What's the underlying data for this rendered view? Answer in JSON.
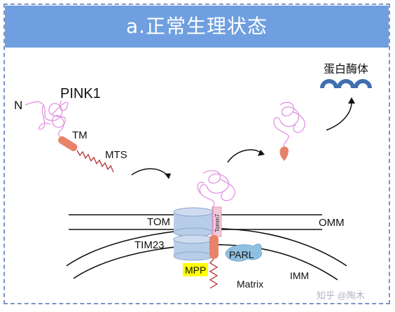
{
  "header": {
    "title": "a.正常生理状态"
  },
  "labels": {
    "n_terminus": "N",
    "pink1": "PINK1",
    "tm": "TM",
    "mts": "MTS",
    "proteasome": "蛋白酶体",
    "tom": "TOM",
    "tomm7": "Tomm7",
    "omm": "OMM",
    "tim23": "TIM23",
    "parl": "PARL",
    "mpp": "MPP",
    "imm": "IMM",
    "matrix": "Matrix",
    "watermark": "知乎 @陶木"
  },
  "colors": {
    "header": "#6f9fe0",
    "frame": "#7a96c4",
    "protein_coil": "#e08be0",
    "tm_segment": "#e8836a",
    "mts_zigzag": "#b03030",
    "channel": "#b8cde8",
    "parl": "#8fc0e0",
    "mpp_highlight": "#ffff00",
    "proteasome": "#3f6fb0"
  }
}
